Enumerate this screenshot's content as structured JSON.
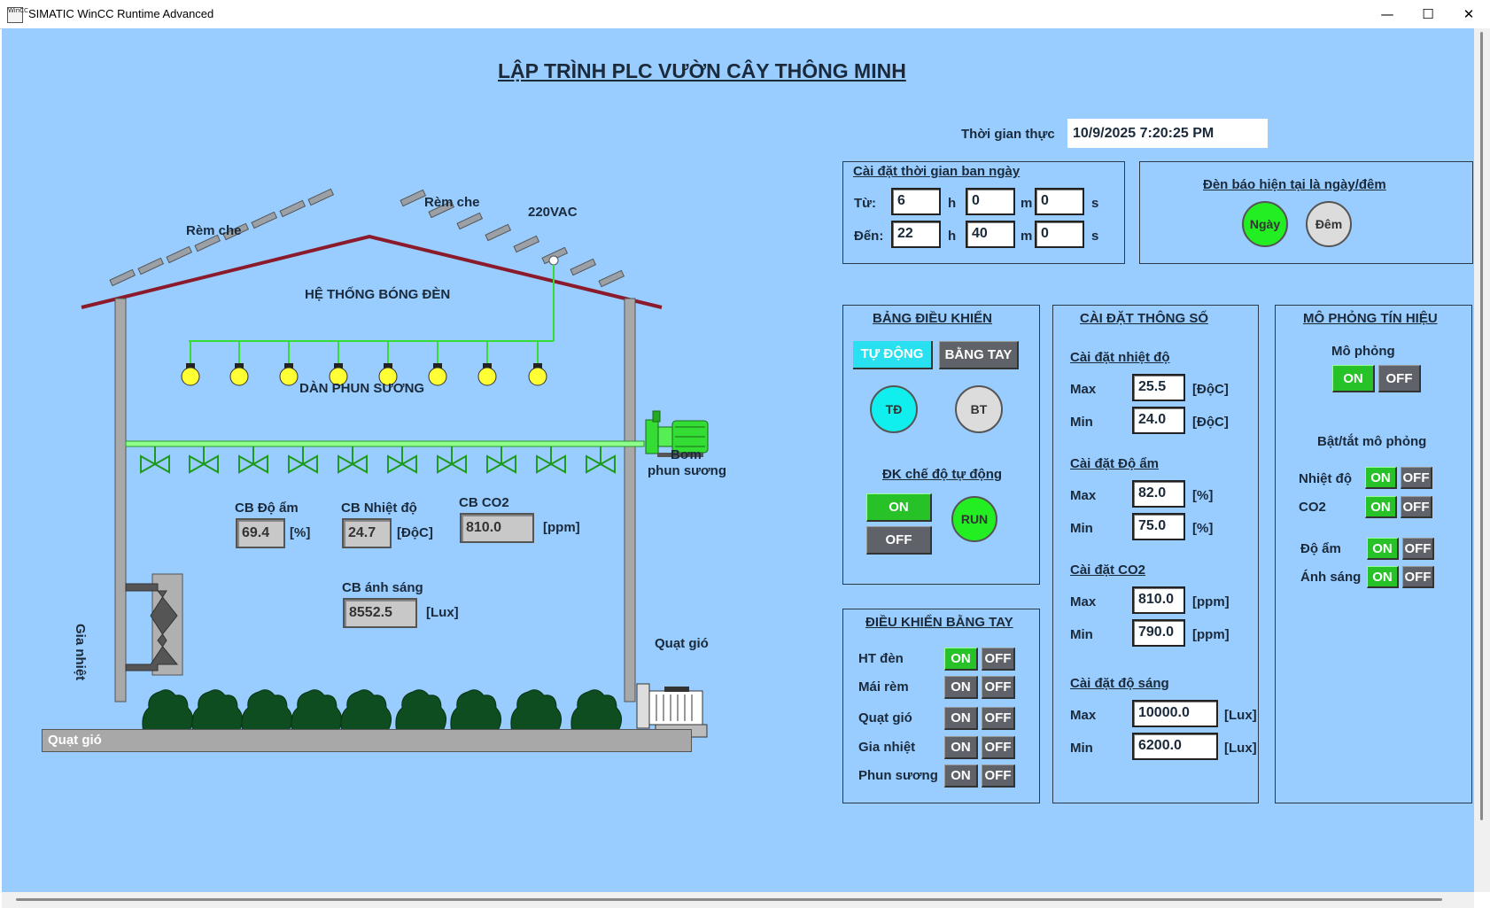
{
  "window": {
    "title": "SIMATIC WinCC Runtime Advanced",
    "icon_text": "WinCC",
    "min": "—",
    "max": "☐",
    "close": "✕"
  },
  "main_title": "LẬP TRÌNH PLC VƯỜN CÂY THÔNG MINH",
  "realtime": {
    "label": "Thời gian thực",
    "value": "10/9/2025 7:20:25 PM"
  },
  "greenhouse": {
    "curtain_left": "Rèm che",
    "curtain_right": "Rèm che",
    "power": "220VAC",
    "lights_title": "HỆ THỐNG BÓNG ĐÈN",
    "mist_title": "DÀN PHUN SƯƠNG",
    "pump_label_1": "Bơm",
    "pump_label_2": "phun sương",
    "heater_label": "Gia nhiệt",
    "fan_label": "Quạt gió",
    "floor_label": "Quạt gió"
  },
  "sensors": {
    "humidity": {
      "label": "CB Độ ẩm",
      "value": "69.4",
      "unit": "[%]"
    },
    "temperature": {
      "label": "CB Nhiệt độ",
      "value": "24.7",
      "unit": "[ĐộC]"
    },
    "co2": {
      "label": "CB CO2",
      "value": "810.0",
      "unit": "[ppm]"
    },
    "light": {
      "label": "CB ánh sáng",
      "value": "8552.5",
      "unit": "[Lux]"
    }
  },
  "day_time": {
    "title": "Cài đặt thời gian ban ngày",
    "from_label": "Từ:",
    "to_label": "Đến:",
    "h": "h",
    "m": "m",
    "s": "s",
    "from": {
      "h": "6",
      "m": "0",
      "s": "0"
    },
    "to": {
      "h": "22",
      "m": "40",
      "s": "0"
    }
  },
  "day_night": {
    "title": "Đèn báo hiện tại là ngày/đêm",
    "day": "Ngày",
    "night": "Đêm"
  },
  "control_panel": {
    "title": "BẢNG ĐIỀU KHIỂN",
    "auto_btn": "TỰ ĐỘNG",
    "manual_btn": "BẰNG TAY",
    "td": "TĐ",
    "bt": "BT",
    "auto_mode_title": "ĐK chế độ tự động",
    "on": "ON",
    "off": "OFF",
    "run": "RUN"
  },
  "manual_control": {
    "title": "ĐIỀU KHIỂN BẰNG TAY",
    "rows": [
      {
        "label": "HT đèn",
        "on": "ON",
        "off": "OFF"
      },
      {
        "label": "Mái rèm",
        "on": "ON",
        "off": "OFF"
      },
      {
        "label": "Quạt gió",
        "on": "ON",
        "off": "OFF"
      },
      {
        "label": "Gia nhiệt",
        "on": "ON",
        "off": "OFF"
      },
      {
        "label": "Phun sương",
        "on": "ON",
        "off": "OFF"
      }
    ]
  },
  "params": {
    "title": "CÀI ĐẶT THÔNG SỐ",
    "max": "Max",
    "min": "Min",
    "temp": {
      "title": "Cài đặt nhiệt độ",
      "max": "25.5",
      "min": "24.0",
      "unit": "[ĐộC]"
    },
    "humidity": {
      "title": "Cài đặt Độ ẩm",
      "max": "82.0",
      "min": "75.0",
      "unit": "[%]"
    },
    "co2": {
      "title": "Cài đặt CO2",
      "max": "810.0",
      "min": "790.0",
      "unit": "[ppm]"
    },
    "light": {
      "title": "Cài đặt độ sáng",
      "max": "10000.0",
      "min": "6200.0",
      "unit": "[Lux]"
    }
  },
  "simulation": {
    "title": "MÔ PHỎNG TÍN HIỆU",
    "sim_label": "Mô phỏng",
    "on": "ON",
    "off": "OFF",
    "toggle_title": "Bật/tắt mô phỏng",
    "rows": [
      {
        "label": "Nhiệt độ"
      },
      {
        "label": "CO2"
      },
      {
        "label": "Độ ẩm"
      },
      {
        "label": "Ánh sáng"
      }
    ]
  },
  "colors": {
    "background": "#99ccff",
    "on_green": "#27c227",
    "off_gray": "#5f6369",
    "roof": "#8b1a2b",
    "pipe": "#33dd33"
  }
}
